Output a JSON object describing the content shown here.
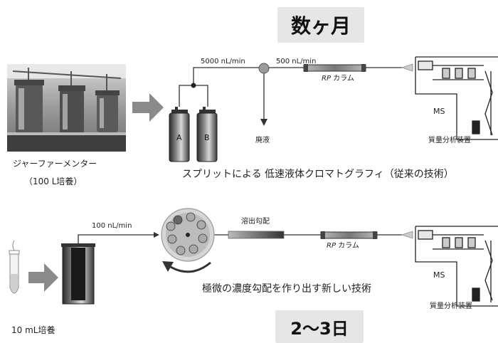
{
  "top": {
    "duration_badge": "数ヶ月",
    "fermenter_caption_line1": "ジャーファーメンター",
    "fermenter_caption_line2": "（100 L培養）",
    "flow_main": "5000 nL/min",
    "flow_split": "500 nL/min",
    "column_label_italic": "RP",
    "column_label_rest": " カラム",
    "bottle_a": "A",
    "bottle_b": "B",
    "waste": "廃液",
    "ms_label": "MS",
    "ms_device": "質量分析装置",
    "method_caption": "スプリットによる 低速液体クロマトグラフィ（従来の技術）"
  },
  "bottom": {
    "duration_badge": "2〜3日",
    "tube_caption": "10 mL培養",
    "flow": "100 nL/min",
    "gradient_label": "溶出勾配",
    "column_label_italic": "RP",
    "column_label_rest": " カラム",
    "ms_label": "MS",
    "ms_device": "質量分析装置",
    "method_caption": "極微の濃度勾配を作り出す新しい技術"
  },
  "colors": {
    "line": "#333333",
    "arrow": "#8a8a8a",
    "badge_bg": "#e6e6e6",
    "bottle": "#3a3a3a"
  }
}
